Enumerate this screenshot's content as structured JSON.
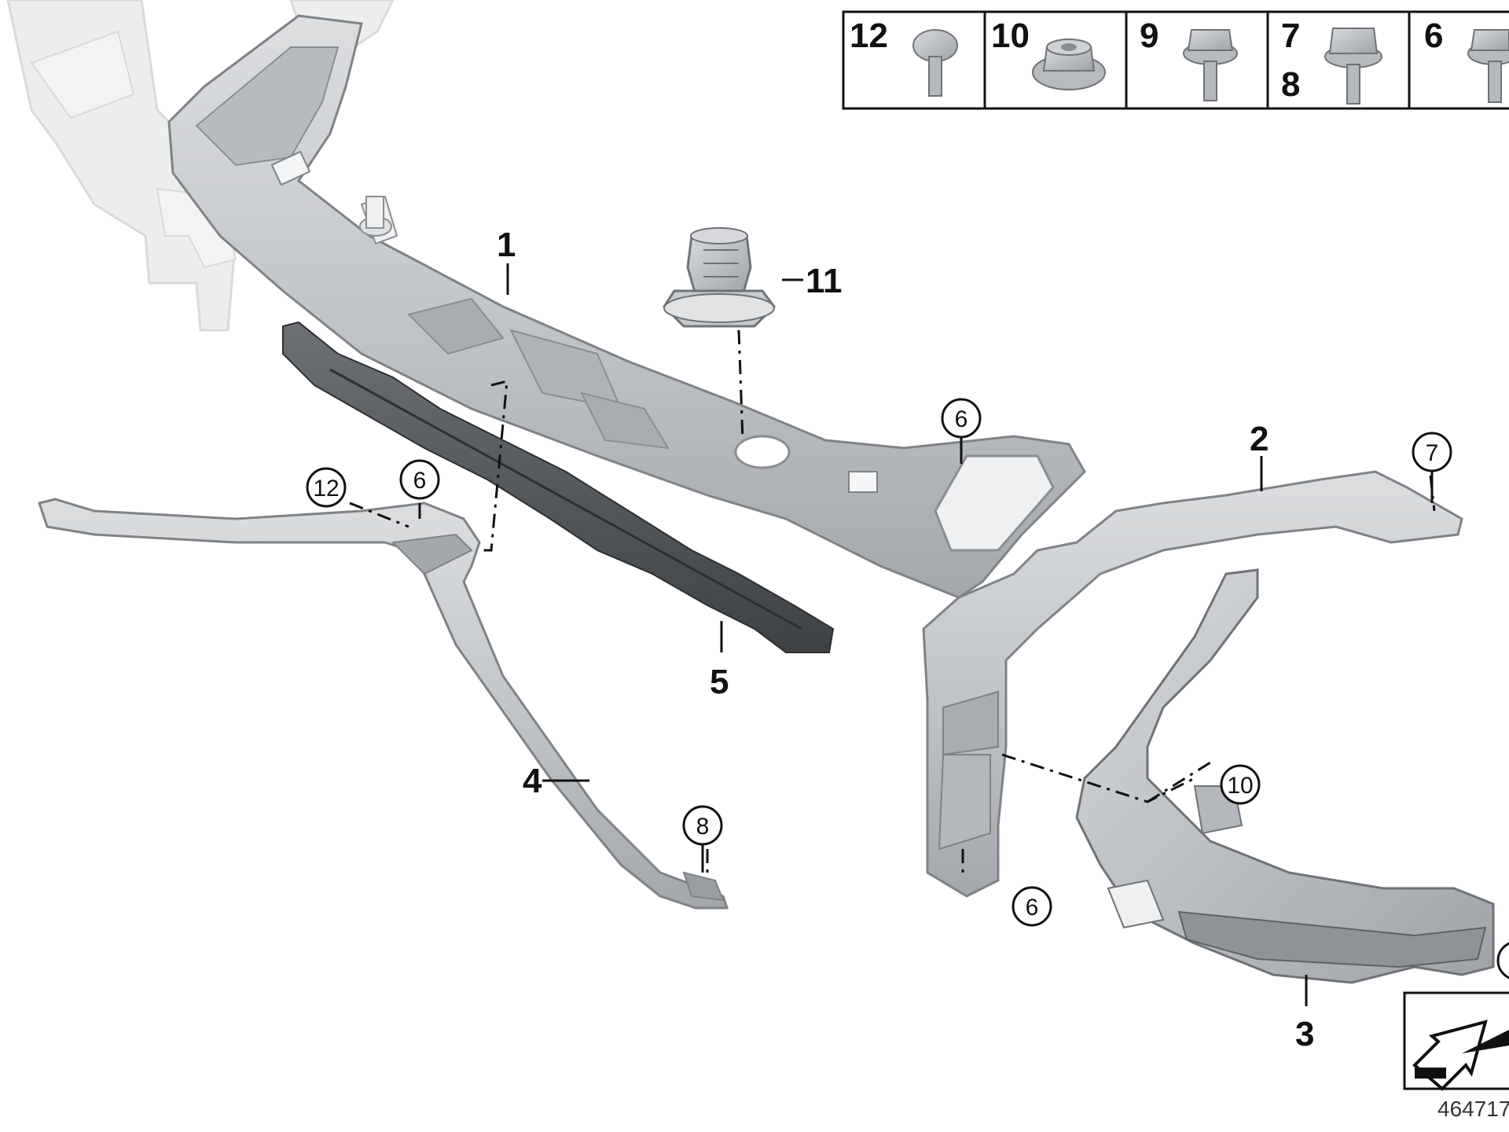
{
  "diagram": {
    "document_number": "464717",
    "legend": {
      "cells": [
        {
          "labels": [
            "12"
          ],
          "part": "screw-icon"
        },
        {
          "labels": [
            "10"
          ],
          "part": "nut-icon"
        },
        {
          "labels": [
            "9"
          ],
          "part": "hex-bolt-icon"
        },
        {
          "labels": [
            "7",
            "8"
          ],
          "part": "hex-bolt-icon"
        },
        {
          "labels": [
            "6"
          ],
          "part": "hex-bolt-icon"
        }
      ]
    },
    "callouts": {
      "p1": "1",
      "p2": "2",
      "p3": "3",
      "p4": "4",
      "p5": "5",
      "p11": "11"
    },
    "circled": {
      "c6_top": "6",
      "c12": "12",
      "c6_left": "6",
      "c8": "8",
      "c7": "7",
      "c10": "10",
      "c6_bottom": "6"
    },
    "colors": {
      "part_fill": "#c9cbce",
      "part_shade": "#a9acb0",
      "part_dark": "#4f5256",
      "ghost": "#e8e9ea",
      "line": "#111111"
    }
  }
}
